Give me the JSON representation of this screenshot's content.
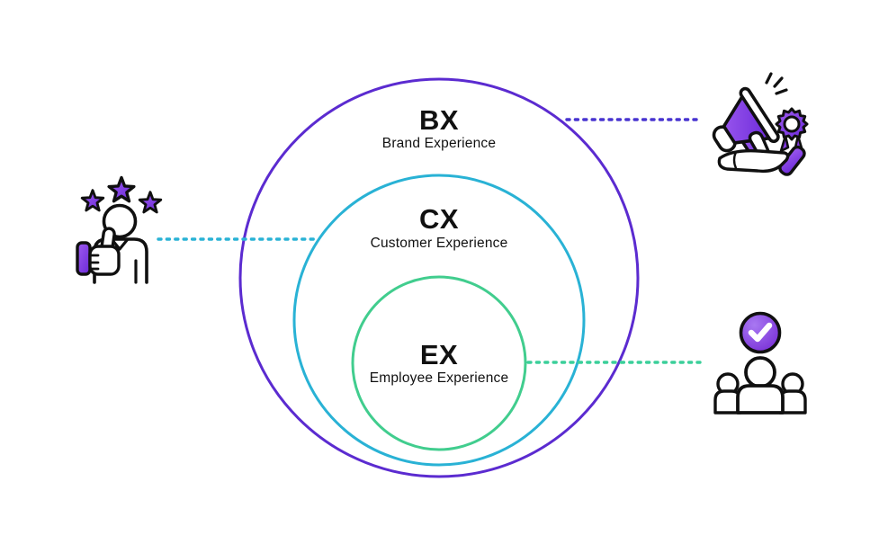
{
  "diagram": {
    "background": "#ffffff",
    "rings": [
      {
        "abbr": "BX",
        "label": "Brand Experience",
        "ring_color": "#5b2bd0",
        "connector_color": "#4834d0",
        "icon": "megaphone-award-hand-icon"
      },
      {
        "abbr": "CX",
        "label": "Customer Experience",
        "ring_color": "#29b2d5",
        "connector_color": "#29b2d5",
        "icon": "person-thumbs-up-stars-icon"
      },
      {
        "abbr": "EX",
        "label": "Employee Experience",
        "ring_color": "#41cd8e",
        "connector_color": "#3bcf9a",
        "icon": "team-check-icon"
      }
    ],
    "accents": {
      "icon_purple_light": "#9f5cf0",
      "icon_purple_dark": "#6a28d8",
      "baseline_edge": "#d693e6",
      "baseline_mid": "#5d2bcf",
      "text_color": "#111111"
    }
  }
}
